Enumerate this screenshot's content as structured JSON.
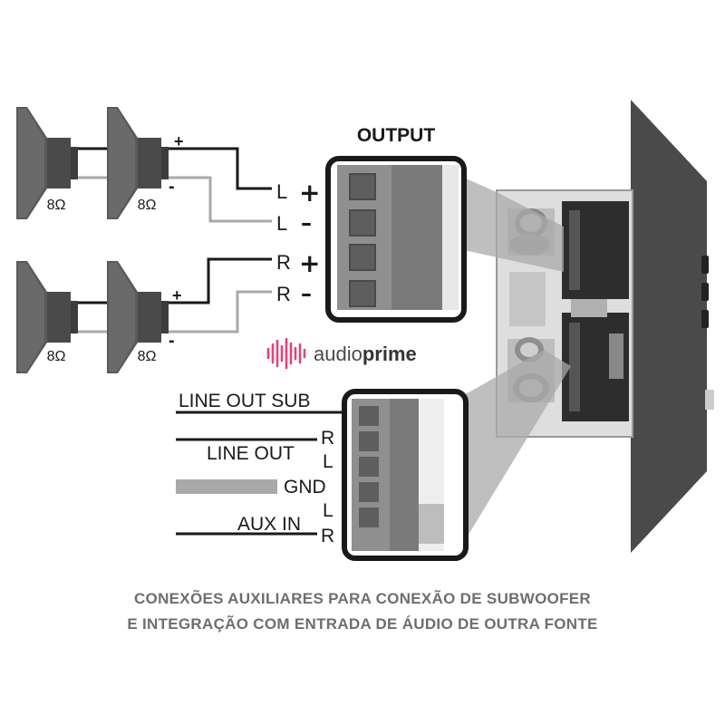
{
  "output_title": "OUTPUT",
  "speakers": [
    {
      "impedance": "8Ω"
    },
    {
      "impedance": "8Ω"
    },
    {
      "impedance": "8Ω"
    },
    {
      "impedance": "8Ω"
    }
  ],
  "speaker_polarity": {
    "plus": "+",
    "minus": "-"
  },
  "output_terminals": [
    {
      "letter": "L",
      "sign": "+"
    },
    {
      "letter": "L",
      "sign": "–"
    },
    {
      "letter": "R",
      "sign": "+"
    },
    {
      "letter": "R",
      "sign": "–"
    }
  ],
  "brand": {
    "part1": "audio",
    "part2": "prime",
    "color_waves": "#e0457b"
  },
  "aux_labels": {
    "line_out_sub": "LINE OUT SUB",
    "line_out": "LINE OUT",
    "line_out_r": "R",
    "line_out_l": "L",
    "gnd": "GND",
    "aux_in": "AUX IN",
    "aux_in_l": "L",
    "aux_in_r": "R"
  },
  "caption": {
    "line1": "CONEXÕES AUXILIARES PARA CONEXÃO DE SUBWOOFER",
    "line2": "E INTEGRAÇÃO COM ENTRADA DE ÁUDIO DE OUTRA FONTE"
  },
  "colors": {
    "wire_dark": "#1a1a1a",
    "wire_gray": "#a9a9a9",
    "speaker": "#555555",
    "device": "#4a4a4a"
  }
}
